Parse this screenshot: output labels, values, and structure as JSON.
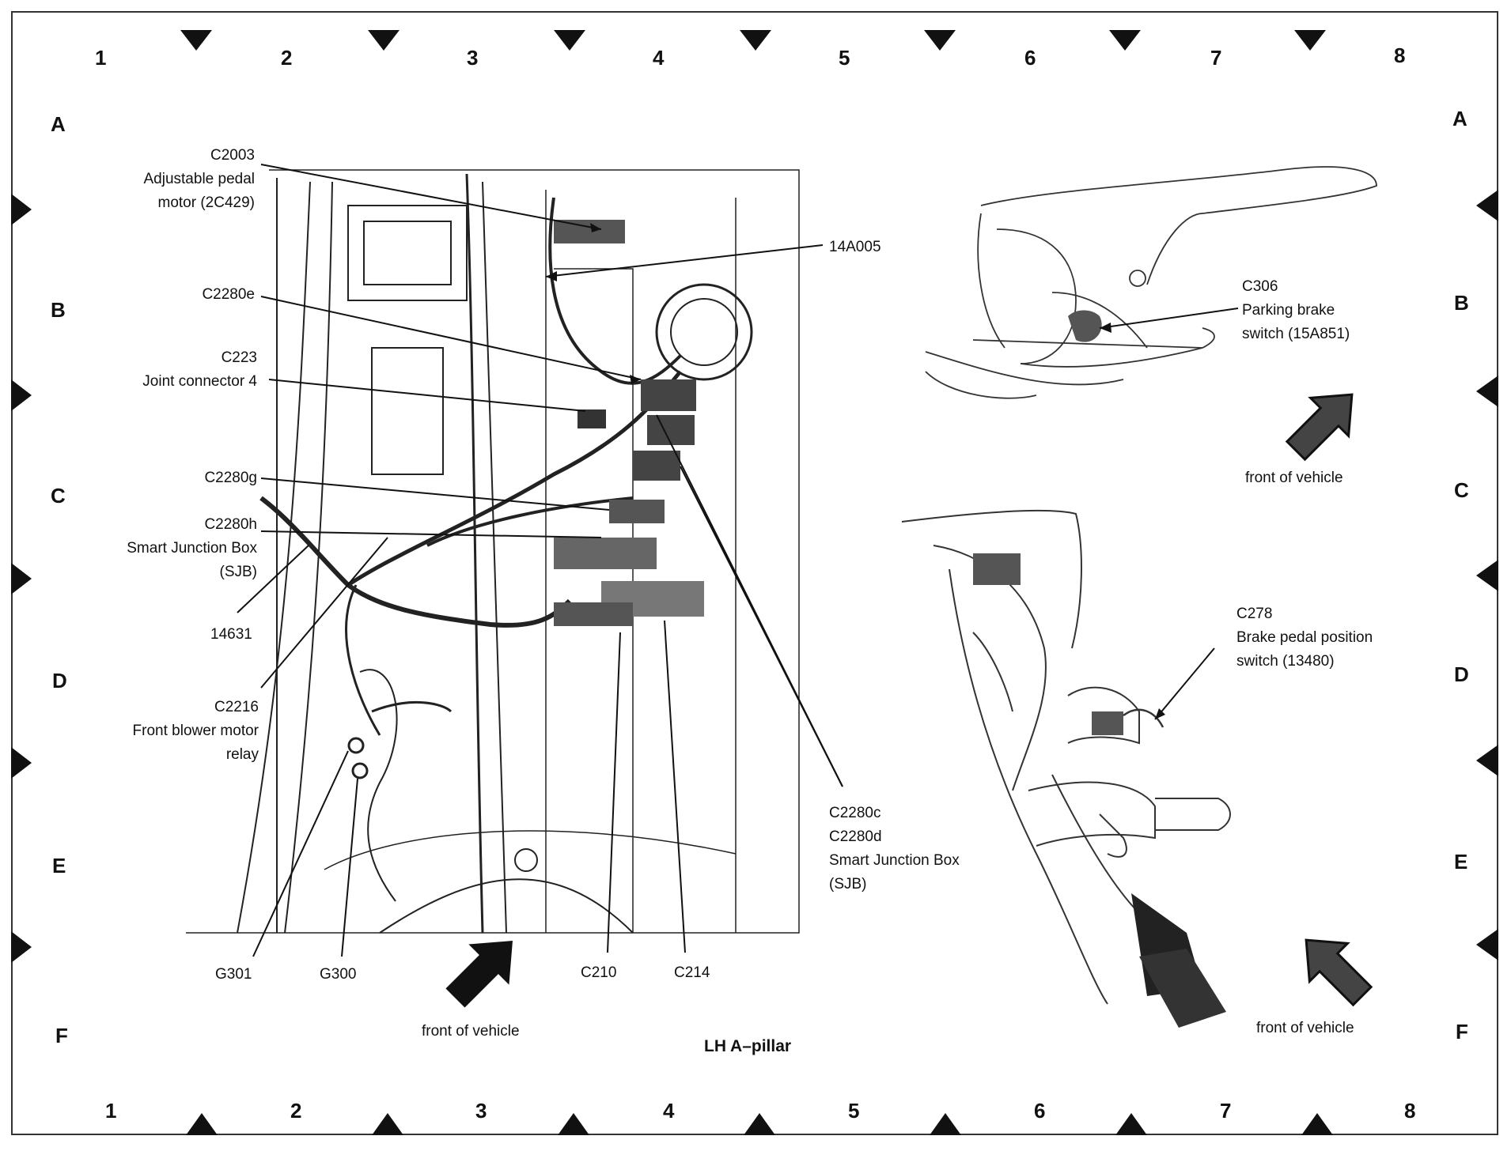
{
  "grid": {
    "columns": [
      "1",
      "2",
      "3",
      "4",
      "5",
      "6",
      "7",
      "8"
    ],
    "rows": [
      "A",
      "B",
      "C",
      "D",
      "E",
      "F"
    ]
  },
  "title": "LH A–pillar",
  "labels": {
    "c2003": [
      "C2003",
      "Adjustable pedal",
      "motor (2C429)"
    ],
    "c14a005": "14A005",
    "c2280e": "C2280e",
    "c223": [
      "C223",
      "Joint connector 4"
    ],
    "c2280g": "C2280g",
    "c2280h": [
      "C2280h",
      "Smart Junction Box",
      "(SJB)"
    ],
    "c14631": "14631",
    "c2216": [
      "C2216",
      "Front blower motor",
      "relay"
    ],
    "c2280cd": [
      "C2280c",
      "C2280d",
      "Smart Junction Box",
      "(SJB)"
    ],
    "g301": "G301",
    "g300": "G300",
    "c210": "C210",
    "c214": "C214",
    "c306": [
      "C306",
      "Parking brake",
      "switch (15A851)"
    ],
    "c278": [
      "C278",
      "Brake pedal position",
      "switch (13480)"
    ]
  },
  "front_of_vehicle": "front of vehicle",
  "icons": [
    "grid-marker-triangle",
    "front-of-vehicle-arrow"
  ],
  "colors": {
    "ink": "#111111",
    "paper": "#ffffff"
  }
}
